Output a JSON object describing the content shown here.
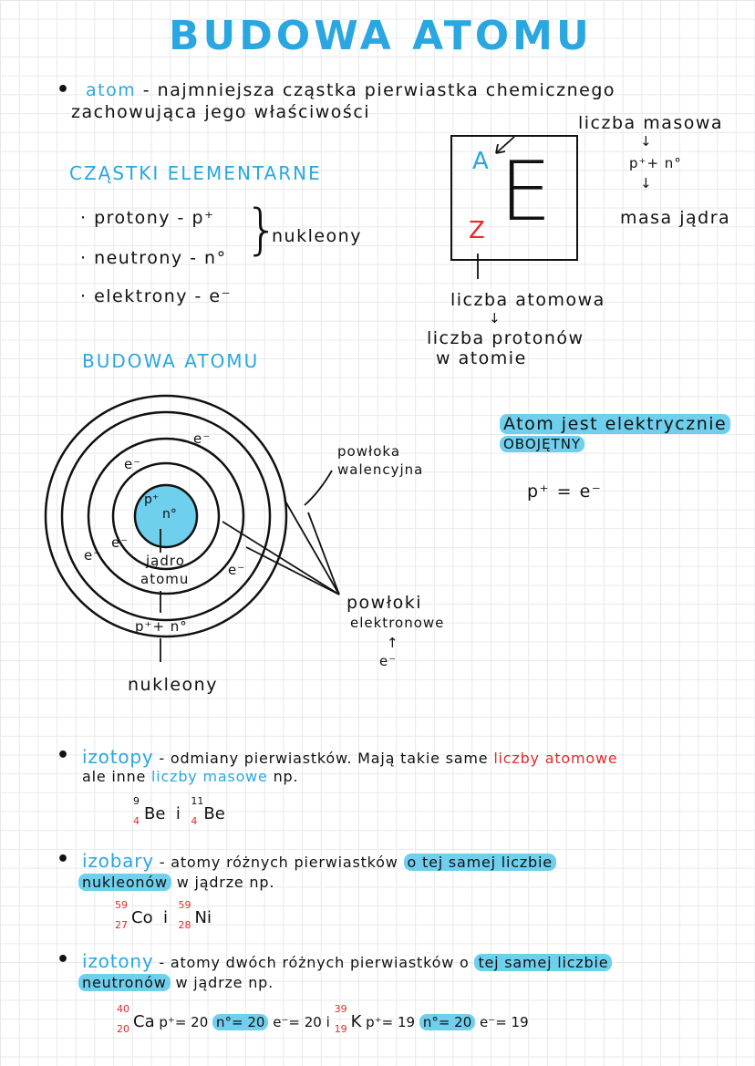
{
  "title": "BUDOWA ATOMU",
  "definition": {
    "term": "atom",
    "line1": "- najmniejsza cząstka pierwiastka chemicznego",
    "line2": "zachowująca jego właściwości"
  },
  "particles": {
    "heading": "CZĄSTKI ELEMENTARNE",
    "items": [
      "· protony - p⁺",
      "· neutrony - n°",
      "· elektrony - e⁻"
    ],
    "group_label": "nukleony"
  },
  "box": {
    "A": "A",
    "Z": "Z",
    "E": "E",
    "liczba_masowa": "liczba masowa",
    "pn": "p⁺+ n°",
    "masa_jadra": "masa jądra",
    "liczba_atomowa": "liczba atomowa",
    "liczba_protonow": "liczba protonów",
    "w_atomie": "w atomie"
  },
  "structure": {
    "heading": "BUDOWA ATOMU",
    "nucleus_p": "p⁺",
    "nucleus_n": "n°",
    "electron": "e⁻",
    "jadro": "jądro",
    "atomu": "atomu",
    "pn": "p⁺+ n°",
    "nukleony": "nukleony",
    "powloka": "powłoka",
    "walencyjna": "walencyjna",
    "powloki": "powłoki",
    "elektronowe": "elektronowe",
    "arrow_up": "↑",
    "e_minus": "e⁻"
  },
  "neutral": {
    "line1": "Atom jest elektrycznie",
    "line2": "OBOJĘTNY",
    "formula": "p⁺ = e⁻"
  },
  "izotopy": {
    "term": "izotopy",
    "text1": "- odmiany pierwiastków. Mają takie same",
    "red": "liczby atomowe",
    "text2": "ale inne",
    "blue": "liczby masowe",
    "text3": "np.",
    "ex1_mass": "9",
    "ex1_num": "4",
    "ex1_sym": "Be",
    "sep": "i",
    "ex2_mass": "11",
    "ex2_num": "4",
    "ex2_sym": "Be"
  },
  "izobary": {
    "term": "izobary",
    "text1": "- atomy różnych pierwiastków",
    "hl1": "o tej samej liczbie",
    "hl2": "nukleonów",
    "text2": "w jądrze np.",
    "ex1_mass": "59",
    "ex1_num": "27",
    "ex1_sym": "Co",
    "sep": "i",
    "ex2_mass": "59",
    "ex2_num": "28",
    "ex2_sym": "Ni"
  },
  "izotony": {
    "term": "izotony",
    "text1": "- atomy dwóch różnych pierwiastków o",
    "hl1": "tej samej liczbie",
    "hl2": "neutronów",
    "text2": "w jądrze np.",
    "ex1_mass": "40",
    "ex1_num": "20",
    "ex1_sym": "Ca",
    "ex1_p": "p⁺= 20",
    "ex1_n": "n°= 20",
    "ex1_e": "e⁻= 20",
    "sep": "i",
    "ex2_mass": "39",
    "ex2_num": "19",
    "ex2_sym": "K",
    "ex2_p": "p⁺= 19",
    "ex2_n": "n°= 20",
    "ex2_e": "e⁻= 19"
  },
  "colors": {
    "blue": "#2aa7e0",
    "red": "#e32a2a",
    "highlight": "#6fd0ee"
  }
}
